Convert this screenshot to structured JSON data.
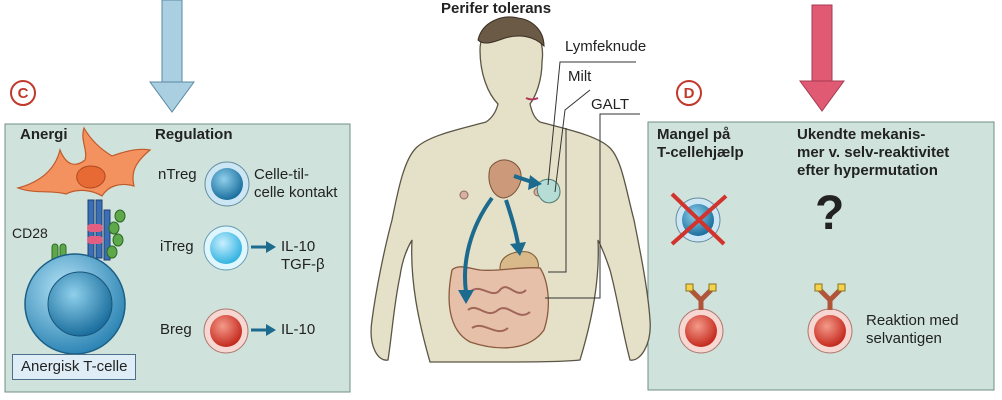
{
  "title": "Perifer tolerans",
  "body_labels": {
    "lymph": "Lymfeknude",
    "spleen": "Milt",
    "galt": "GALT"
  },
  "panel_c": {
    "marker": "C",
    "anergy_heading": "Anergi",
    "regulation_heading": "Regulation",
    "cd28": "CD28",
    "anergic_tcell": "Anergisk T-celle",
    "ntreg": "nTreg",
    "ntreg_effect_1": "Celle-til-",
    "ntreg_effect_2": "celle kontakt",
    "itreg": "iTreg",
    "itreg_effect_1": "IL-10",
    "itreg_effect_2": "TGF-β",
    "breg": "Breg",
    "breg_effect": "IL-10"
  },
  "panel_d": {
    "marker": "D",
    "col1_heading_1": "Mangel på",
    "col1_heading_2": "T-cellehjælp",
    "col2_heading_1": "Ukendte mekanis-",
    "col2_heading_2": "mer v. selv-reaktivitet",
    "col2_heading_3": "efter hypermutation",
    "question": "?",
    "reaction_1": "Reaktion med",
    "reaction_2": "selvantigen"
  },
  "colors": {
    "panel_bg": "#cfe3dc",
    "blue_arrow": "#a9cfe1",
    "red_arrow": "#e05a74",
    "marker": "#c0392b"
  }
}
